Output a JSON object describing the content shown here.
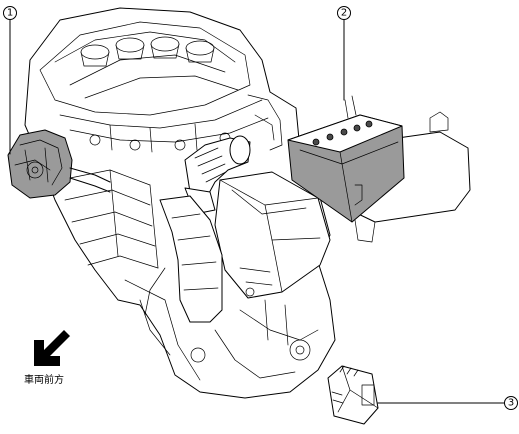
{
  "callouts": [
    {
      "number": "1"
    },
    {
      "number": "2"
    },
    {
      "number": "3"
    }
  ],
  "direction_label": "車両前方",
  "colors": {
    "line": "#000000",
    "battery_fill": "#9a9a9a",
    "background": "#ffffff"
  },
  "icons": {
    "direction_arrow": "front-direction-arrow-icon"
  }
}
